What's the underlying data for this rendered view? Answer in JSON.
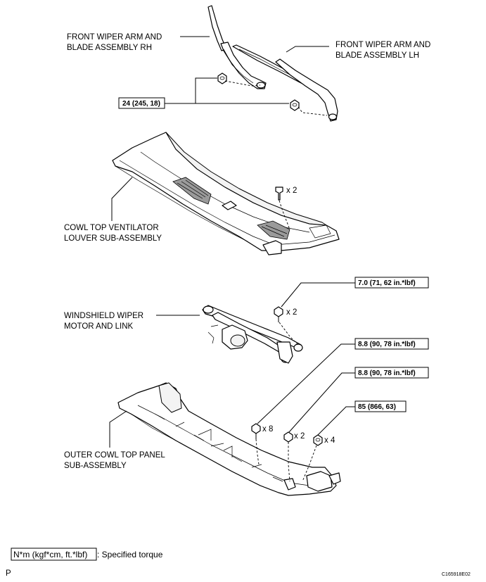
{
  "labels": {
    "wiper_rh": [
      "FRONT WIPER ARM AND",
      "BLADE ASSEMBLY RH"
    ],
    "wiper_lh": [
      "FRONT WIPER ARM AND",
      "BLADE ASSEMBLY LH"
    ],
    "cowl_louver": [
      "COWL TOP VENTILATOR",
      "LOUVER SUB-ASSEMBLY"
    ],
    "wiper_motor": [
      "WINDSHIELD WIPER",
      "MOTOR AND LINK"
    ],
    "outer_cowl": [
      "OUTER COWL TOP PANEL",
      "SUB-ASSEMBLY"
    ]
  },
  "torque_specs": {
    "wiper_arm_nut": "24 (245, 18)",
    "motor_bolt": "7.0 (71, 62 in.*lbf)",
    "cowl_bolt_a": "8.8 (90, 78 in.*lbf)",
    "cowl_bolt_b": "8.8 (90, 78 in.*lbf)",
    "cowl_nut": "85 (866, 63)"
  },
  "quantities": {
    "louver_clip": "x 2",
    "motor_bolt": "x 2",
    "cowl_bolt_a": "x 8",
    "cowl_bolt_b": "x 2",
    "cowl_nut": "x 4"
  },
  "legend": {
    "unit_box": "N*m (kgf*cm, ft.*lbf)",
    "description": ": Specified torque"
  },
  "footer": {
    "page_letter": "P",
    "figure_code": "C165918E02"
  }
}
